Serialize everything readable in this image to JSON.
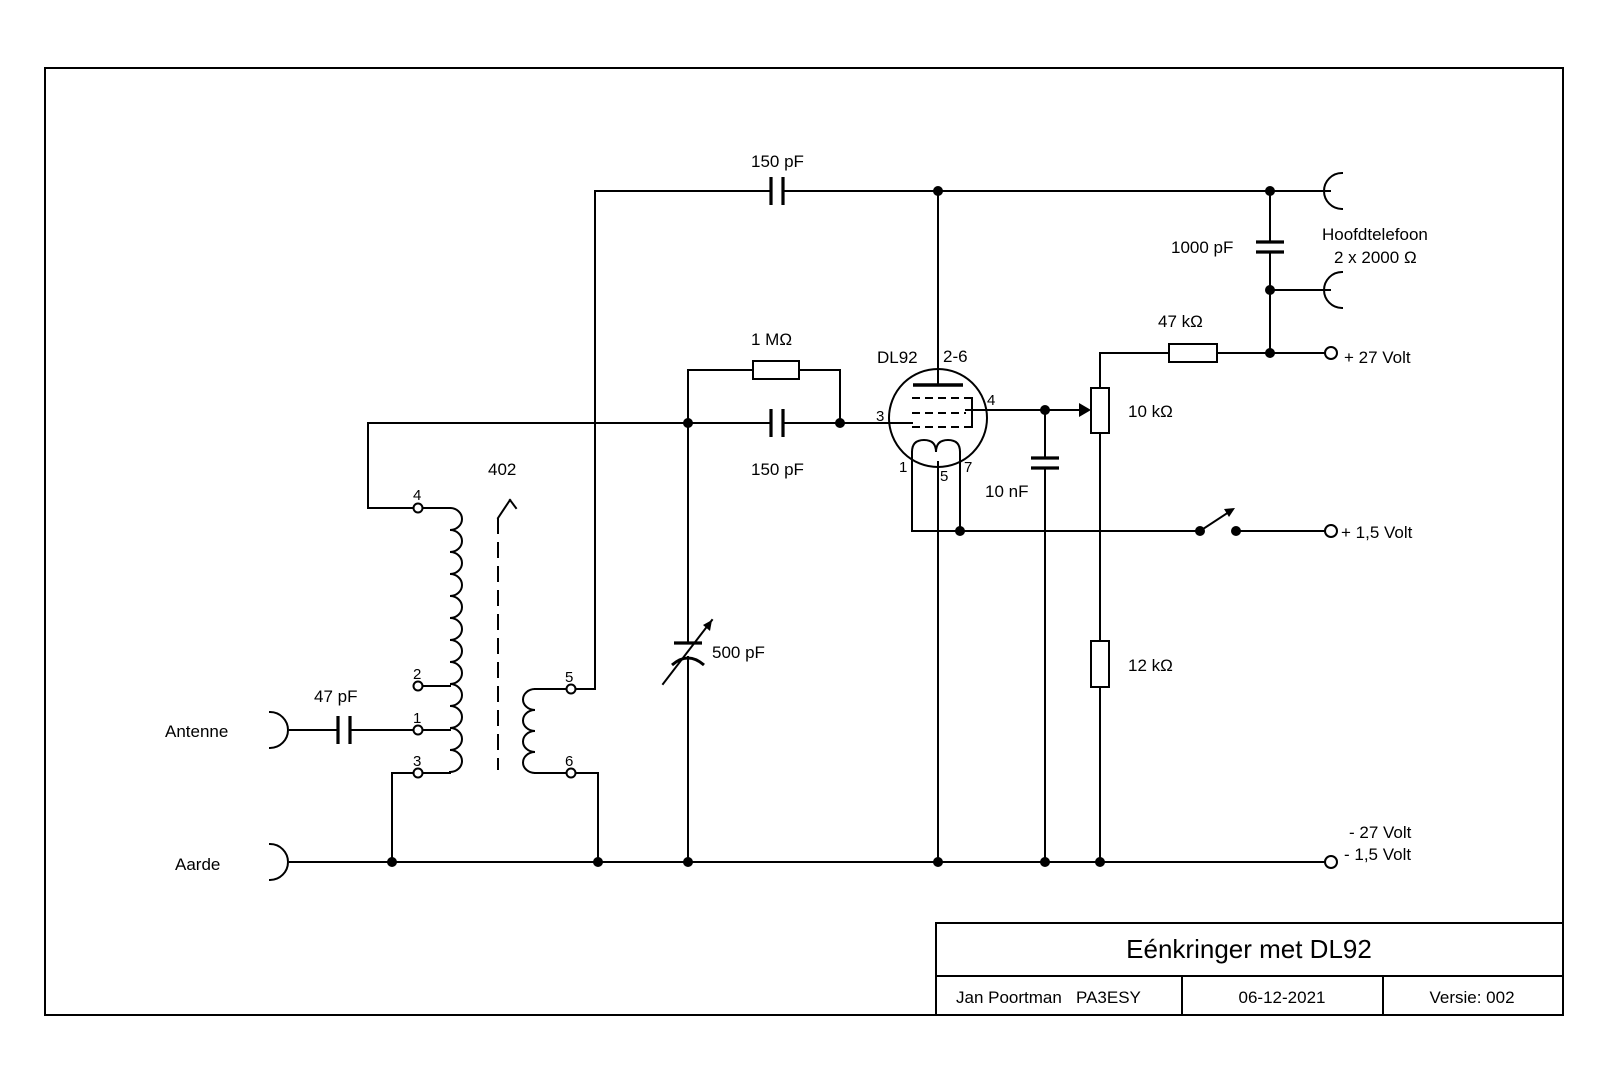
{
  "title_block": {
    "title": "Eénkringer met DL92",
    "author": "Jan Poortman   PA3ESY",
    "date": "06-12-2021",
    "version": "Versie: 002"
  },
  "labels": {
    "c_feedback": "150 pF",
    "c_grid": "150 pF",
    "r_grid": "1 MΩ",
    "c_tuning": "500 pF",
    "c_antenna": "47 pF",
    "c_bypass_phones": "1000 pF",
    "c_screen": "10 nF",
    "r_anode": "47  kΩ",
    "pot_screen": "10 kΩ",
    "r_bottom": "12 kΩ",
    "coil_type": "402",
    "tube_type": "DL92",
    "tube_pins_anode": "2-6",
    "tube_pin_grid": "3",
    "tube_pin_screen": "4",
    "tube_pin_fil1": "1",
    "tube_pin_fil5": "5",
    "tube_pin_fil7": "7",
    "coil_pin_4": "4",
    "coil_pin_2": "2",
    "coil_pin_1": "1",
    "coil_pin_3": "3",
    "coil_pin_5": "5",
    "coil_pin_6": "6",
    "antenna": "Antenne",
    "ground": "Aarde",
    "headphones_line1": "Hoofdtelefoon",
    "headphones_line2": "2 x 2000 Ω",
    "supply_plus27": "+ 27 Volt",
    "supply_plus15": "+ 1,5 Volt",
    "supply_minus27": "- 27 Volt",
    "supply_minus15": "- 1,5 Volt"
  }
}
